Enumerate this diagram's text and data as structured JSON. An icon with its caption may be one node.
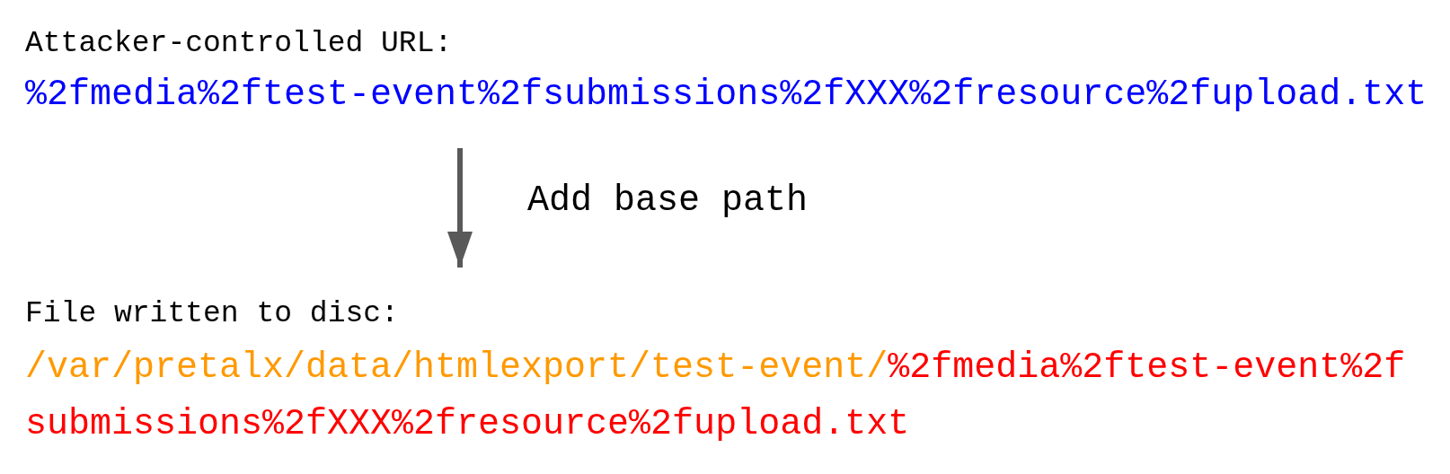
{
  "diagram": {
    "nodes": [
      {
        "text": [
          "Attacker-controlled URL:",
          "%2fmedia%2ftest-event%2fsubmissions%2fXXX%2fresource%2fupload.txt"
        ]
      },
      {
        "text": [
          "File written to disc:",
          "/var/pretalx/data/htmlexport/test-event/",
          "%2fmedia%2ftest-event%2fsubmissions%2fXXX%2fresource%2fupload.txt"
        ]
      }
    ],
    "edges": [
      {
        "from": 0,
        "to": 1,
        "arrow": "to",
        "label": "Add base path"
      }
    ]
  }
}
